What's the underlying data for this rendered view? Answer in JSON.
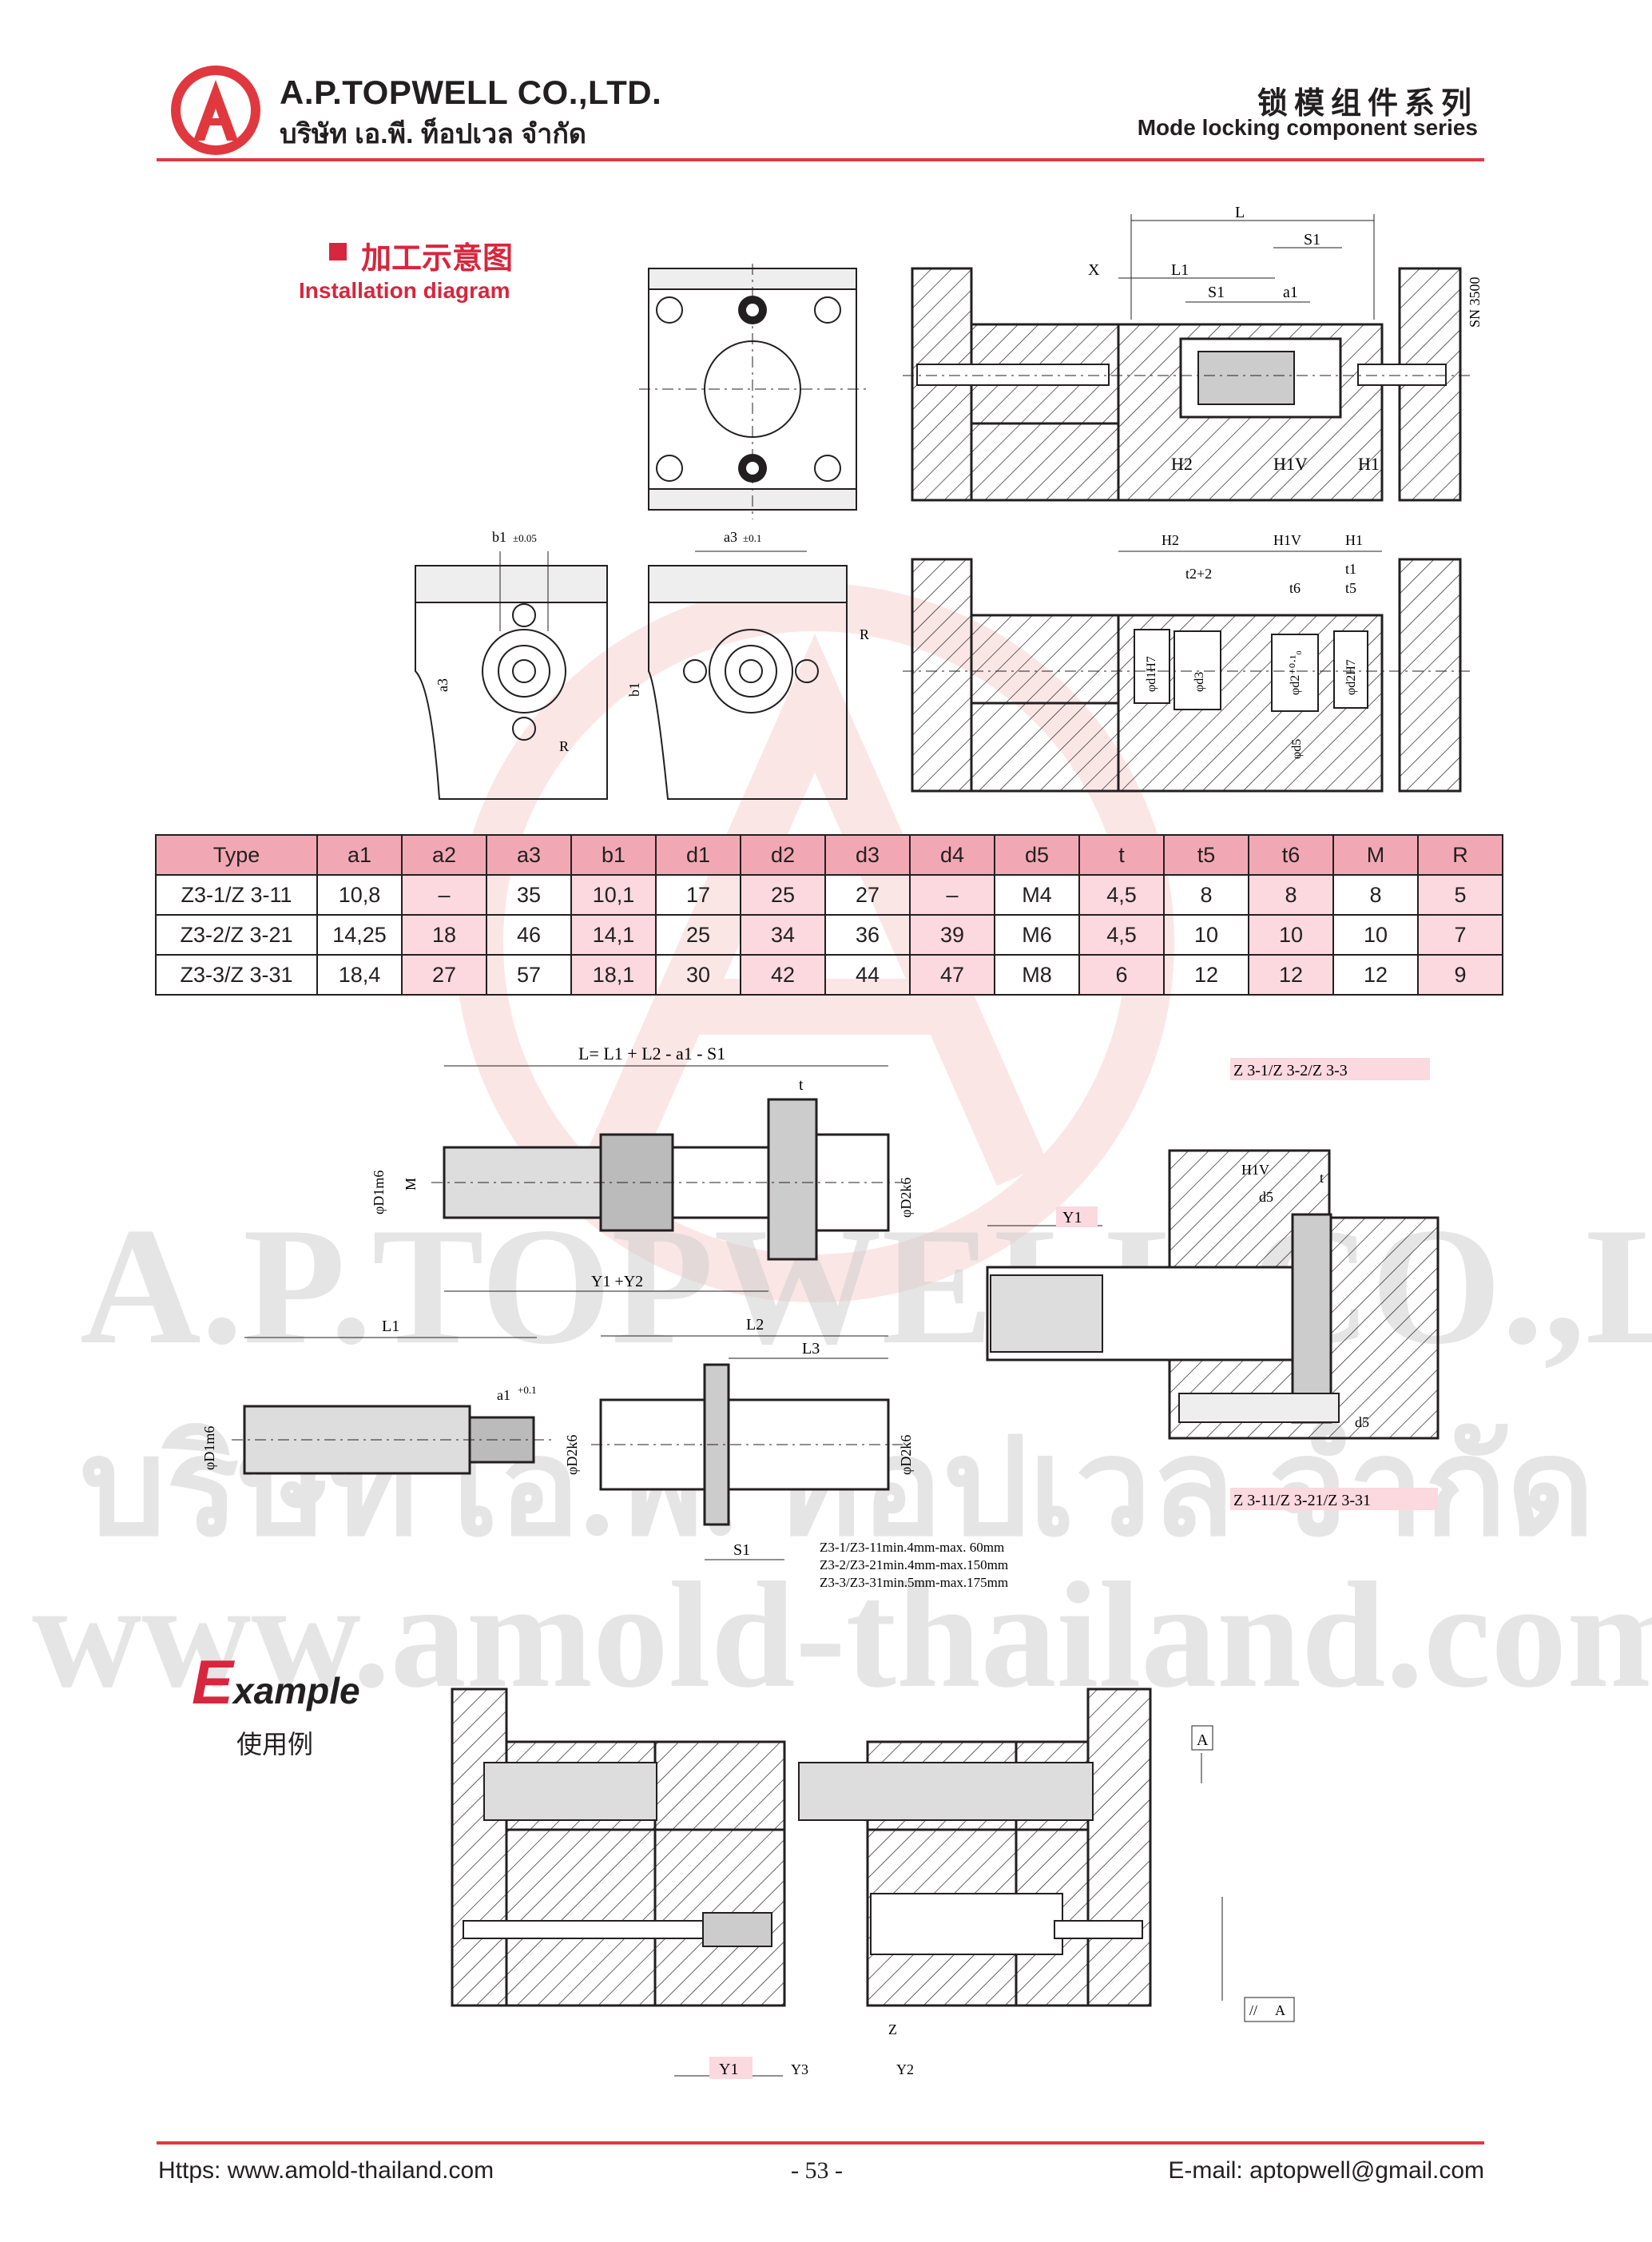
{
  "header": {
    "company_en": "A.P.TOPWELL CO.,LTD.",
    "company_th": "บริษัท เอ.พี. ท็อปเวล จำกัด",
    "series_cn": "锁模组件系列",
    "series_en": "Mode locking component series"
  },
  "installation": {
    "title_cn": "加工示意图",
    "title_en": "Installation diagram",
    "labels": {
      "L": "L",
      "X": "X",
      "L1": "L1",
      "S1": "S1",
      "a1": "a1",
      "SN": "SN 3500",
      "H2": "H2",
      "H1V": "H1V",
      "H1": "H1",
      "b1": "b1",
      "b1_tol": "±0.05",
      "a3": "a3",
      "a3_tol": "±0.1",
      "R": "R",
      "t2_2": "t2+2",
      "t6": "t6",
      "t1": "t1",
      "t5": "t5",
      "d1": "φd1H7",
      "d3": "φd3",
      "d2_tol": "φd2⁺⁰·¹₀",
      "d2H7": "φd2H7",
      "d5": "φd5"
    }
  },
  "table": {
    "headers": [
      "Type",
      "a1",
      "a2",
      "a3",
      "b1",
      "d1",
      "d2",
      "d3",
      "d4",
      "d5",
      "t",
      "t5",
      "t6",
      "M",
      "R"
    ],
    "rows": [
      [
        "Z3-1/Z 3-11",
        "10,8",
        "–",
        "35",
        "10,1",
        "17",
        "25",
        "27",
        "–",
        "M4",
        "4,5",
        "8",
        "8",
        "8",
        "5"
      ],
      [
        "Z3-2/Z 3-21",
        "14,25",
        "18",
        "46",
        "14,1",
        "25",
        "34",
        "36",
        "39",
        "M6",
        "4,5",
        "10",
        "10",
        "10",
        "7"
      ],
      [
        "Z3-3/Z 3-31",
        "18,4",
        "27",
        "57",
        "18,1",
        "30",
        "42",
        "44",
        "47",
        "M8",
        "6",
        "12",
        "12",
        "12",
        "9"
      ]
    ]
  },
  "assembly": {
    "formula": "L= L1 + L2 - a1 - S1",
    "t": "t",
    "D1m6": "φD1m6",
    "M": "M",
    "D2k6": "φD2k6",
    "Y1Y2": "Y1 +Y2",
    "L1": "L1",
    "L2": "L2",
    "L3": "L3",
    "a1": "a1",
    "a1_tol": "+0.1",
    "S1": "S1",
    "Y1": "Y1",
    "H1V": "H1V",
    "d5": "d5",
    "series_top": "Z 3-1/Z 3-2/Z 3-3",
    "series_bottom": "Z 3-11/Z 3-21/Z 3-31",
    "ranges": [
      "Z3-1/Z3-11min.4mm-max. 60mm",
      "Z3-2/Z3-21min.4mm-max.150mm",
      "Z3-3/Z3-31min.5mm-max.175mm"
    ]
  },
  "example": {
    "title_cap": "E",
    "title_rest": "xample",
    "title_cn": "使用例",
    "labels": {
      "A": "A",
      "A2": "A",
      "parallel": "//",
      "Y1": "Y1",
      "Y3": "Y3",
      "Z": "Z",
      "Y2": "Y2"
    }
  },
  "watermark": {
    "line1": "A.P.TOPWELL CO.,LTD.",
    "line2": "บริษัท เอ.พี. ท็อปเวล จำกัด",
    "line3": "www.amold-thailand.com"
  },
  "footer": {
    "url": "Https: www.amold-thailand.com",
    "page": "- 53 -",
    "email": "E-mail: aptopwell@gmail.com"
  },
  "colors": {
    "accent": "#e0383e",
    "table_header": "#f2a8b4",
    "table_pink": "#fbd9de"
  }
}
